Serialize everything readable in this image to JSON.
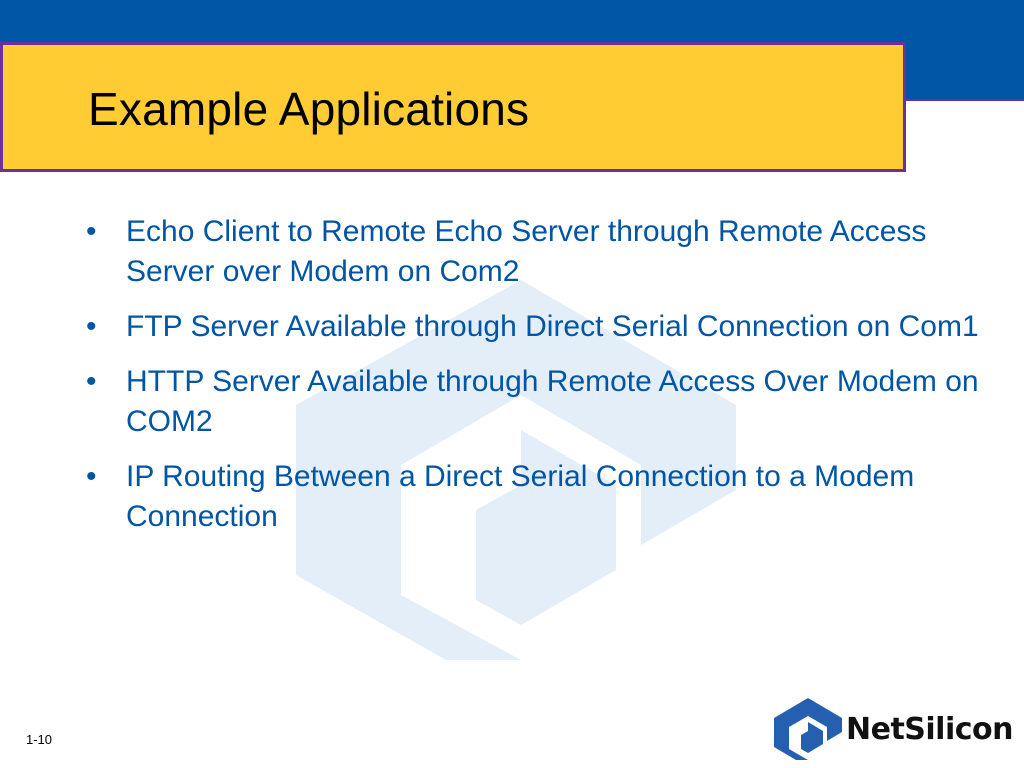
{
  "slide": {
    "title": "Example Applications",
    "bullets": [
      "Echo Client to Remote Echo Server through Remote Access Server over Modem on Com2",
      "FTP Server Available through Direct Serial Connection on Com1",
      "HTTP Server Available through Remote Access Over Modem on COM2",
      "IP Routing Between a Direct Serial Connection to a Modem Connection"
    ],
    "bullet_symbol": "•",
    "slide_number": "1-10"
  },
  "logo": {
    "text": "NetSilicon",
    "icon": "netsilicon-logo-icon"
  },
  "colors": {
    "header_band": "#0055A4",
    "title_box": "#FFCC33",
    "title_border": "#6A2FA0",
    "bullet_text": "#0055A4",
    "watermark": "#E4EEF8"
  }
}
